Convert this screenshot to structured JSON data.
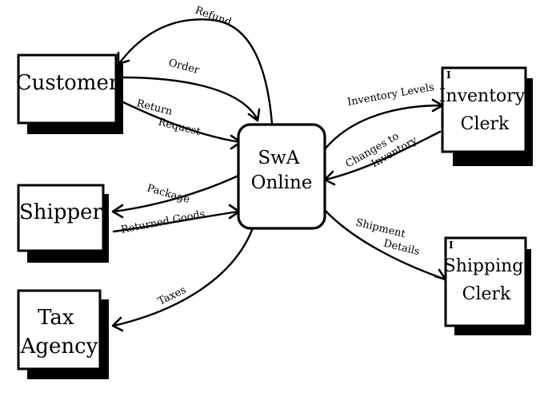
{
  "diagram": {
    "process": {
      "lines": [
        "SwA",
        "Online"
      ]
    },
    "entities": {
      "customer": {
        "lines": [
          "Customer"
        ],
        "marker": ""
      },
      "shipper": {
        "lines": [
          "Shipper"
        ],
        "marker": ""
      },
      "tax_agency": {
        "lines": [
          "Tax",
          "Agency"
        ],
        "marker": ""
      },
      "inventory_clerk": {
        "lines": [
          "Inventory",
          "Clerk"
        ],
        "marker": "I"
      },
      "shipping_clerk": {
        "lines": [
          "Shipping",
          "Clerk"
        ],
        "marker": "I"
      }
    },
    "flows": {
      "refund": {
        "lines": [
          "Refund"
        ]
      },
      "order": {
        "lines": [
          "Order"
        ]
      },
      "return_request": {
        "lines": [
          "Return",
          "Request"
        ]
      },
      "package": {
        "lines": [
          "Package"
        ]
      },
      "returned_goods": {
        "lines": [
          "Returned Goods"
        ]
      },
      "taxes": {
        "lines": [
          "Taxes"
        ]
      },
      "inventory_levels": {
        "lines": [
          "Inventory Levels"
        ]
      },
      "changes_to_inventory": {
        "lines": [
          "Changes to",
          "Inventory"
        ]
      },
      "shipment_details": {
        "lines": [
          "Shipment",
          "Details"
        ]
      }
    }
  }
}
